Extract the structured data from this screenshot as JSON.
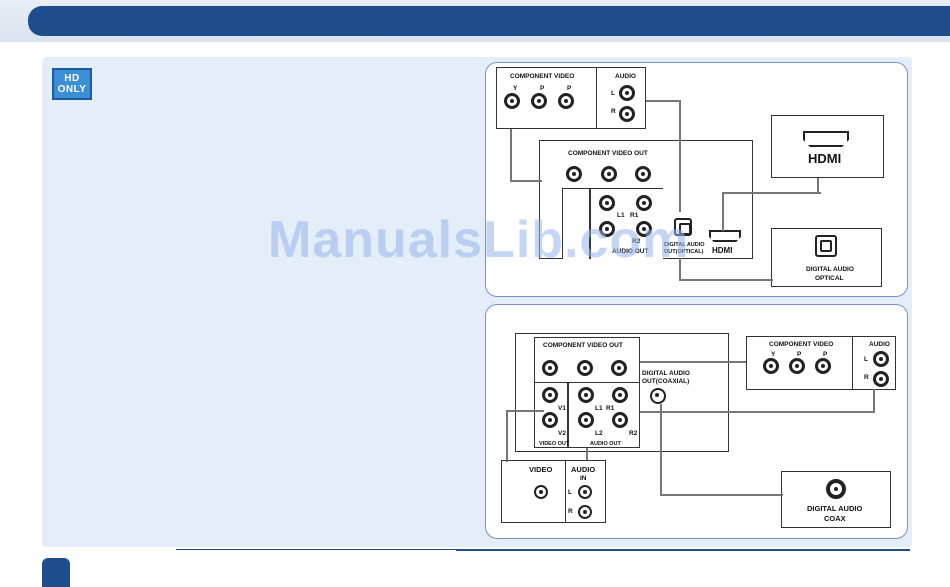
{
  "badge": {
    "line1": "HD",
    "line2": "ONLY"
  },
  "watermark": "ManualsLib.com",
  "diagram_top": {
    "tv_component_video": "COMPONENT VIDEO",
    "tv_audio": "AUDIO",
    "tv_jack_y": "Y",
    "tv_jack_pb": "P",
    "tv_jack_pr": "P",
    "tv_audio_l": "L",
    "tv_audio_r": "R",
    "player_component_out": "COMPONENT VIDEO OUT",
    "player_l1": "L1",
    "player_r1": "R1",
    "player_r2": "R2",
    "player_audio_out": "AUDIO OUT",
    "player_digital_optical_1": "DIGITAL AUDIO",
    "player_digital_optical_2": "OUT(OPTICAL)",
    "player_hdmi": "HDMI",
    "hdmi_device": "HDMI",
    "optical_device_1": "DIGITAL AUDIO",
    "optical_device_2": "OPTICAL"
  },
  "diagram_bottom": {
    "player_component_out": "COMPONENT VIDEO OUT",
    "player_digital_coax_1": "DIGITAL AUDIO",
    "player_digital_coax_2": "OUT(COAXIAL)",
    "player_v1": "V1",
    "player_v2": "V2",
    "player_l1": "L1",
    "player_r1": "R1",
    "player_l2": "L2",
    "player_r2": "R2",
    "player_video_out": "VIDEO OUT",
    "player_audio_out": "AUDIO OUT",
    "tv_component_video": "COMPONENT VIDEO",
    "tv_audio": "AUDIO",
    "tv_jack_y": "Y",
    "tv_jack_pb": "P",
    "tv_jack_pr": "P",
    "tv_audio_l": "L",
    "tv_audio_r": "R",
    "av_video": "VIDEO",
    "av_audio": "AUDIO",
    "av_in": "IN",
    "av_l": "L",
    "av_r": "R",
    "coax_device_1": "DIGITAL AUDIO",
    "coax_device_2": "COAX"
  }
}
